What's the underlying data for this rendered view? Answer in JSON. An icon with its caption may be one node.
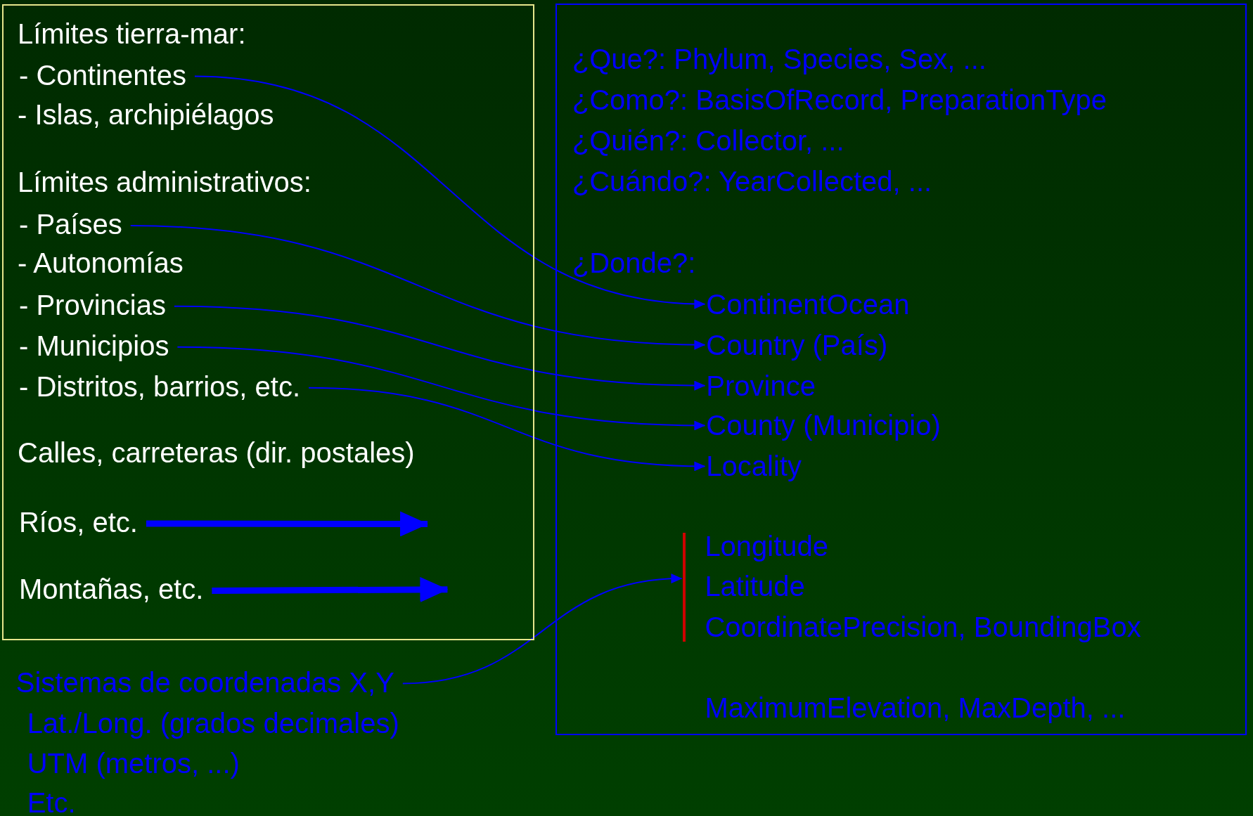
{
  "diagram": {
    "nodes": [
      {
        "text": [],
        "shape": "box"
      },
      {
        "text": [
          "- Continentes"
        ],
        "in": 0
      },
      {
        "text": [
          "- Países"
        ],
        "in": 0
      },
      {
        "text": [
          "- Provincias"
        ],
        "in": 0
      },
      {
        "text": [
          "- Municipios"
        ],
        "in": 0
      },
      {
        "text": [
          "- Distritos, barrios, etc."
        ],
        "in": 0
      },
      {
        "text": [
          "Ríos, etc."
        ],
        "in": 0
      },
      {
        "text": [
          "Montañas, etc."
        ],
        "in": 0
      },
      {
        "text": [],
        "shape": "box"
      },
      {
        "text": [
          "ContinentOcean"
        ],
        "in": 8
      },
      {
        "text": [
          "Country (País)"
        ],
        "in": 8
      },
      {
        "text": [
          "Province"
        ],
        "in": 8
      },
      {
        "text": [
          "County (Municipio)"
        ],
        "in": 8
      },
      {
        "text": [
          "Locality"
        ],
        "in": 8
      },
      {
        "text": [
          "Sistemas de coordenadas X,Y"
        ]
      },
      {
        "text": [],
        "shape": "bar",
        "in": 8
      }
    ],
    "edges": [
      {
        "from": 1,
        "to": 9,
        "arrow": "to"
      },
      {
        "from": 2,
        "to": 10,
        "arrow": "to"
      },
      {
        "from": 3,
        "to": 11,
        "arrow": "to"
      },
      {
        "from": 4,
        "to": 12,
        "arrow": "to"
      },
      {
        "from": 5,
        "to": 13,
        "arrow": "to"
      },
      {
        "from": 6,
        "to": null,
        "arrow": "to",
        "style": "thick"
      },
      {
        "from": 7,
        "to": null,
        "arrow": "to",
        "style": "thick"
      },
      {
        "from": 14,
        "to": 15,
        "arrow": "to"
      }
    ],
    "labels": [
      "Límites tierra-mar:",
      "- Islas, archipiélagos",
      "Límites administrativos:",
      "- Autonomías",
      "Calles, carreteras (dir. postales)",
      "¿Que?: Phylum, Species, Sex, ...",
      "¿Como?: BasisOfRecord, PreparationType",
      "¿Quién?: Collector, ...",
      "¿Cuándo?: YearCollected, ...",
      "¿Donde?:",
      "Longitude",
      "Latitude",
      "CoordinatePrecision, BoundingBox",
      "MaximumElevation, MaxDepth, ...",
      "Lat./Long. (grados decimales)",
      "UTM (metros, ...)",
      "Etc."
    ]
  }
}
